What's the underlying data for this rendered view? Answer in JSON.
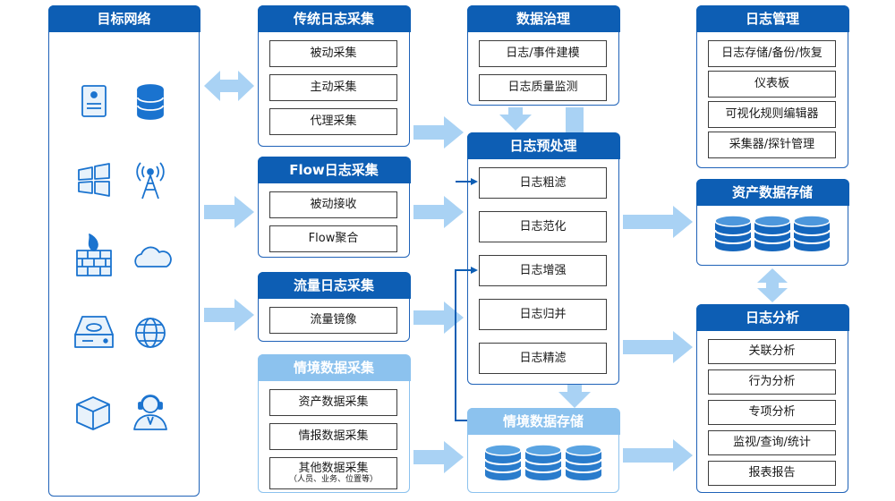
{
  "target_network": {
    "title": "目标网络",
    "icons": [
      "server-icon",
      "database-icon",
      "windows-icon",
      "signal-tower-icon",
      "firewall-icon",
      "cloud-icon",
      "storage-device-icon",
      "globe-icon",
      "cube-icon",
      "user-agent-icon"
    ]
  },
  "traditional": {
    "title": "传统日志采集",
    "items": [
      "被动采集",
      "主动采集",
      "代理采集"
    ]
  },
  "flow": {
    "title": "Flow日志采集",
    "items": [
      "被动接收",
      "Flow聚合"
    ]
  },
  "traffic": {
    "title": "流量日志采集",
    "items": [
      "流量镜像"
    ]
  },
  "context": {
    "title": "情境数据采集",
    "items": [
      "资产数据采集",
      "情报数据采集",
      "其他数据采集"
    ],
    "sub": "（人员、业务、位置等）"
  },
  "governance": {
    "title": "数据治理",
    "items": [
      "日志/事件建模",
      "日志质量监测"
    ]
  },
  "preprocess": {
    "title": "日志预处理",
    "items": [
      "日志粗滤",
      "日志范化",
      "日志增强",
      "日志归并",
      "日志精滤"
    ]
  },
  "context_storage": {
    "title": "情境数据存储"
  },
  "log_mgmt": {
    "title": "日志管理",
    "items": [
      "日志存储/备份/恢复",
      "仪表板",
      "可视化规则编辑器",
      "采集器/探针管理"
    ]
  },
  "asset_storage": {
    "title": "资产数据存储"
  },
  "analysis": {
    "title": "日志分析",
    "items": [
      "关联分析",
      "行为分析",
      "专项分析",
      "监视/查询/统计",
      "报表报告"
    ]
  },
  "colors": {
    "primary": "#0d5eb4",
    "light": "#8cc2ee",
    "arrow": "#a9d2f4"
  }
}
